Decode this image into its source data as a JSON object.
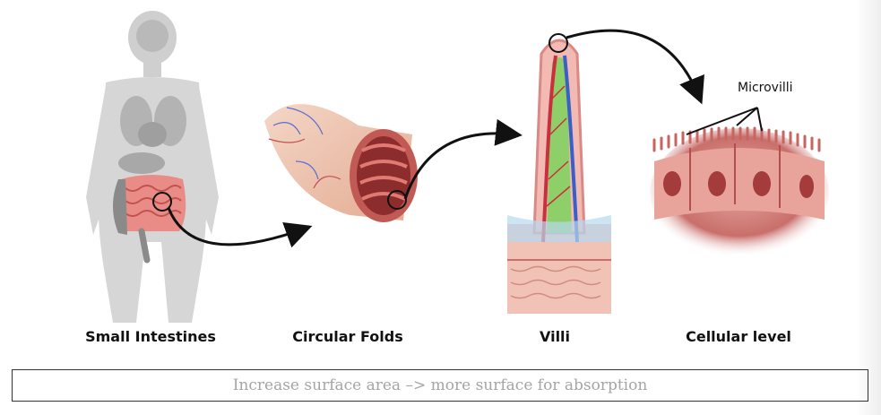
{
  "stages": [
    {
      "label": "Small Intestines"
    },
    {
      "label": "Circular Folds"
    },
    {
      "label": "Villi"
    },
    {
      "label": "Cellular level"
    }
  ],
  "microvilli_label": "Microvilli",
  "caption": "Increase surface area –> more surface for absorption",
  "colors": {
    "silhouette": "#c8c8c8",
    "intestine": "#e98b86",
    "tissue": "#e9b9a4",
    "artery": "#c7303c",
    "vein": "#3a5fc6",
    "lacteal": "#8fcf6a",
    "arrow": "#111111"
  }
}
